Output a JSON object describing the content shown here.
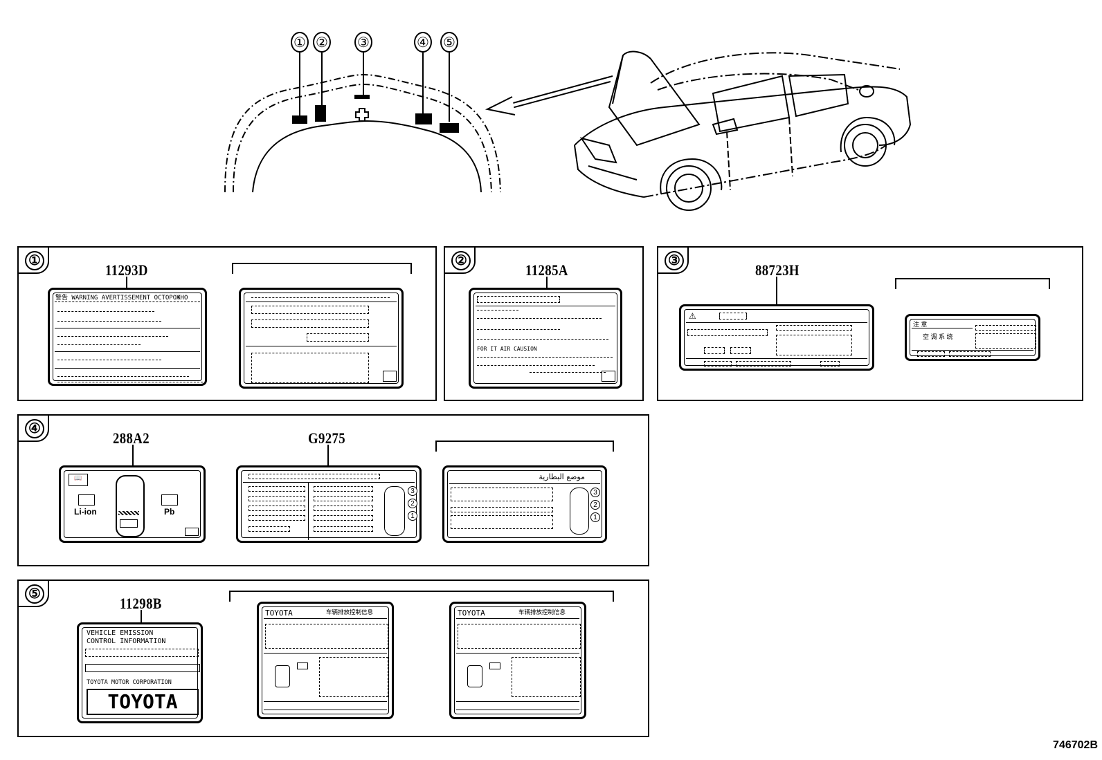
{
  "overview": {
    "callouts": [
      "①",
      "②",
      "③",
      "④",
      "⑤"
    ]
  },
  "panels": {
    "p1": {
      "num": "①",
      "part": "11293D",
      "header_text": "警告 WARNING AVERTISSEMENT OCTOPOЖНО"
    },
    "p2": {
      "num": "②",
      "part": "11285A",
      "line1": "FOR IT AIR CAUSION"
    },
    "p3": {
      "num": "③",
      "part": "88723H",
      "cn_warning": "注 意",
      "cn_body": "空 调 系 统"
    },
    "p4": {
      "num": "④",
      "part_a": "288A2",
      "part_b": "G9275",
      "li_ion": "Li-ion",
      "pb": "Pb",
      "arabic_title": "موضع البطارية"
    },
    "p5": {
      "num": "⑤",
      "part": "11298B",
      "vec_line1": "VEHICLE EMISSION",
      "vec_line2": "CONTROL INFORMATION",
      "corp": "TOYOTA MOTOR CORPORATION",
      "brand": "TOYOTA",
      "toyota_small": "TOYOTA",
      "cn_header": "车辆排放控制信息"
    }
  },
  "figure_id": "746702B"
}
